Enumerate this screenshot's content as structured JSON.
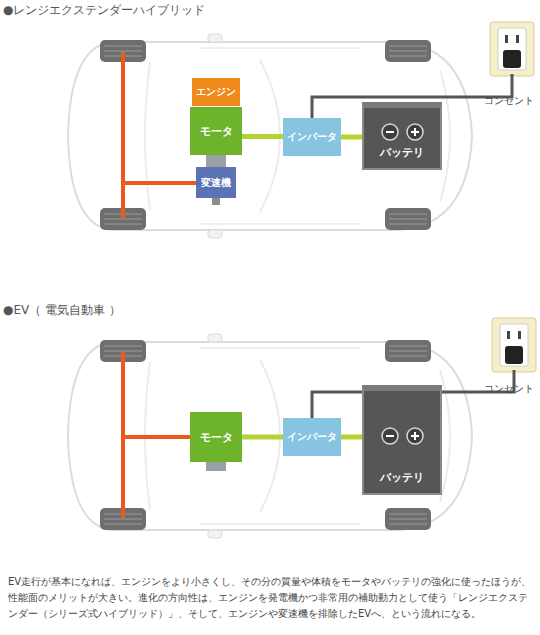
{
  "diagram": {
    "caption": "EV走行が基本になれば、エンジンをより小さくし、その分の質量や体積をモータやバッテリの強化に使ったほうが、性能面のメリットが大きい。進化の方向性は、エンジンを発電機かつ非常用の補助動力として使う「レンジエクステンダー（シリーズ式ハイブリッド）」、そして、エンジンや変速機を排除したEVへ、という流れになる。",
    "nodes": [
      {
        "text": [
          "エンジン"
        ]
      },
      {
        "text": [
          "モータ"
        ]
      },
      {
        "text": [
          "変速機"
        ]
      },
      {
        "text": [
          "インバータ"
        ]
      },
      {
        "text": [
          "バッテリ"
        ]
      },
      {
        "text": [
          "モータ"
        ]
      },
      {
        "text": [
          "インバータ"
        ]
      },
      {
        "text": [
          "バッテリ"
        ]
      }
    ],
    "edges": [
      {
        "from": 1,
        "to": 3,
        "arrow": "none"
      },
      {
        "from": 3,
        "to": 4,
        "arrow": "none"
      },
      {
        "from": 5,
        "to": 6,
        "arrow": "none"
      },
      {
        "from": 6,
        "to": 7,
        "arrow": "none"
      }
    ],
    "labels": [
      "●レンジエクステンダーハイブリッド",
      "コンセント",
      "●EV（ 電気自動車 ）",
      "コンセント"
    ]
  }
}
